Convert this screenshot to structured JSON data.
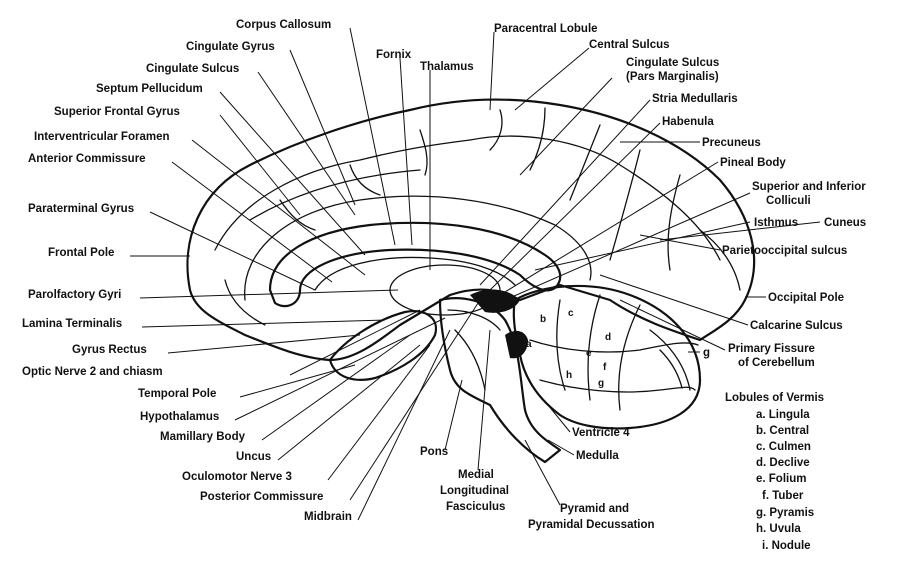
{
  "labels": {
    "corpus_callosum": "Corpus Callosum",
    "cingulate_gyrus": "Cingulate Gyrus",
    "cingulate_sulcus": "Cingulate Sulcus",
    "septum_pellucidum": "Septum Pellucidum",
    "superior_frontal_gyrus": "Superior Frontal Gyrus",
    "interventricular_foramen": "Interventricular Foramen",
    "anterior_commissure": "Anterior Commissure",
    "paraterminal_gyrus": "Paraterminal Gyrus",
    "frontal_pole": "Frontal Pole",
    "parolfactory_gyri": "Parolfactory Gyri",
    "lamina_terminalis": "Lamina Terminalis",
    "gyrus_rectus": "Gyrus Rectus",
    "optic_nerve": "Optic Nerve 2 and chiasm",
    "temporal_pole": "Temporal Pole",
    "hypothalamus": "Hypothalamus",
    "mamillary_body": "Mamillary Body",
    "uncus": "Uncus",
    "oculomotor_nerve": "Oculomotor Nerve 3",
    "posterior_commissure": "Posterior Commissure",
    "midbrain": "Midbrain",
    "fornix": "Fornix",
    "thalamus": "Thalamus",
    "paracentral_lobule": "Paracentral Lobule",
    "central_sulcus": "Central Sulcus",
    "cingulate_sulcus_marg_1": "Cingulate Sulcus",
    "cingulate_sulcus_marg_2": "(Pars Marginalis)",
    "stria_medullaris": "Stria Medullaris",
    "habenula": "Habenula",
    "precuneus": "Precuneus",
    "pineal_body": "Pineal Body",
    "colliculi_1": "Superior and Inferior",
    "colliculi_2": "Colliculi",
    "isthmus": "Isthmus",
    "cuneus": "Cuneus",
    "parietooccipital_sulcus": "Parietooccipital sulcus",
    "occipital_pole": "Occipital Pole",
    "calcarine_sulcus": "Calcarine Sulcus",
    "primary_fissure_1": "Primary Fissure",
    "primary_fissure_2": "of Cerebellum",
    "g_marker": "g",
    "ventricle_4": "Ventricle 4",
    "medulla": "Medulla",
    "pons": "Pons",
    "mlf_1": "Medial",
    "mlf_2": "Longitudinal",
    "mlf_3": "Fasciculus",
    "pyramid_1": "Pyramid and",
    "pyramid_2": "Pyramidal Decussation"
  },
  "cerebellum_letters": [
    "a",
    "b",
    "c",
    "d",
    "e",
    "f",
    "g",
    "h"
  ],
  "vermis": {
    "title": "Lobules of Vermis",
    "items": [
      "a. Lingula",
      "b. Central",
      "c. Culmen",
      "d. Declive",
      "e. Folium",
      "f. Tuber",
      "g. Pyramis",
      "h. Uvula",
      "i. Nodule"
    ]
  }
}
